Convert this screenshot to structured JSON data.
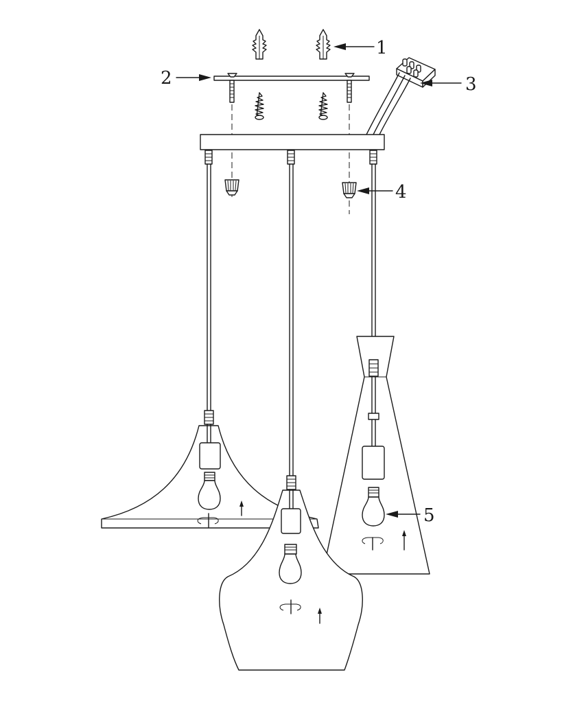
{
  "diagram": {
    "callouts": [
      {
        "id": "1",
        "label": "1"
      },
      {
        "id": "2",
        "label": "2"
      },
      {
        "id": "3",
        "label": "3"
      },
      {
        "id": "4",
        "label": "4"
      },
      {
        "id": "5",
        "label": "5"
      }
    ]
  },
  "colors": {
    "line": "#1a1a1a",
    "background": "#ffffff"
  }
}
